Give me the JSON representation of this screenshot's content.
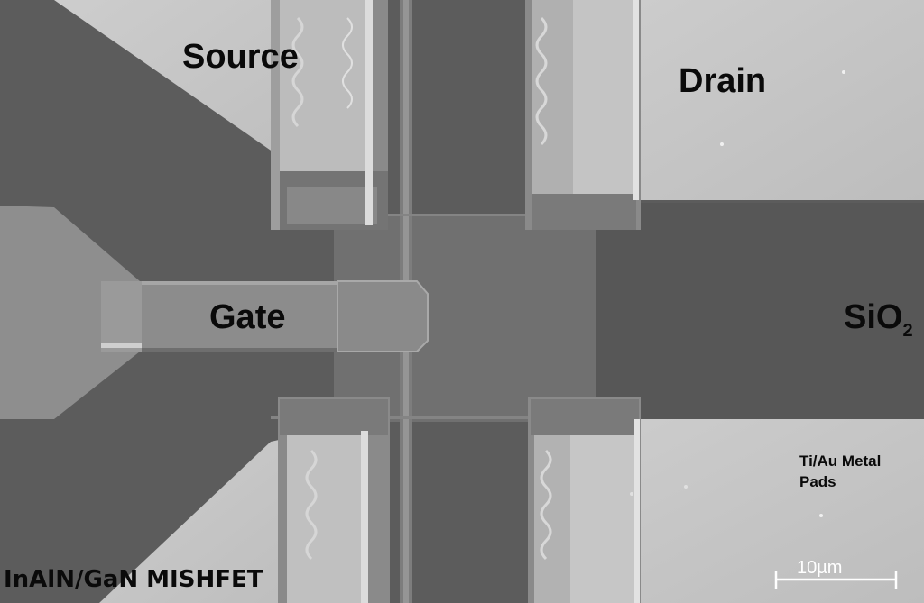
{
  "labels": {
    "source": "Source",
    "drain": "Drain",
    "gate": "Gate",
    "sio2_main": "SiO",
    "sio2_sub": "2",
    "metal_pads_line1": "Ti/Au Metal",
    "metal_pads_line2": "Pads",
    "device": "InAlN/GaN MISHFET"
  },
  "scale_bar": {
    "label": "10µm"
  }
}
